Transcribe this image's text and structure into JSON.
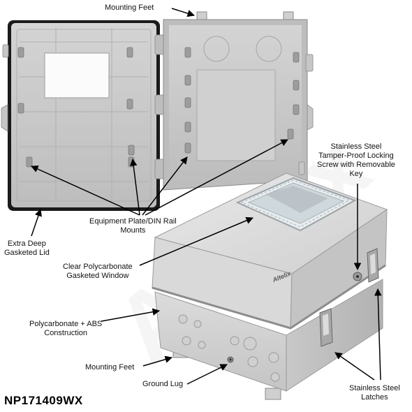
{
  "product": {
    "model_number": "NP171409WX",
    "brand_logo": "Altelix"
  },
  "callouts": {
    "mounting_feet_top": "Mounting Feet",
    "locking_screw": [
      "Stainless Steel",
      "Tamper-Proof Locking",
      "Screw with Removable",
      "Key"
    ],
    "equipment_plate": [
      "Equipment Plate/DIN Rail",
      "Mounts"
    ],
    "gasketed_lid": [
      "Extra Deep",
      "Gasketed Lid"
    ],
    "window": [
      "Clear Polycarbonate",
      "Gasketed Window"
    ],
    "construction": [
      "Polycarbonate + ABS",
      "Construction"
    ],
    "mounting_feet_bottom": "Mounting Feet",
    "ground_lug": "Ground Lug",
    "latches": [
      "Stainless Steel",
      "Latches"
    ]
  },
  "watermark": "Altelix"
}
